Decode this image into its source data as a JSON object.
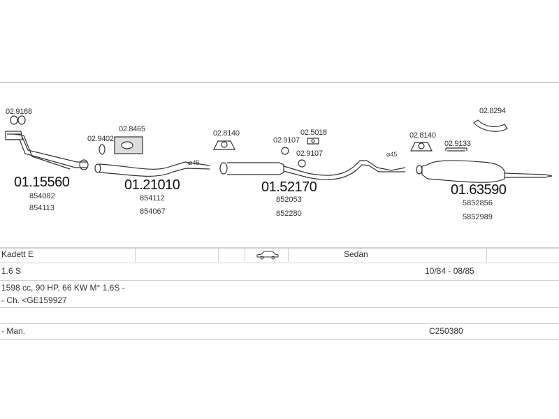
{
  "parts": {
    "front_pipe": {
      "number": "01.15560",
      "refs": [
        "854082",
        "854113"
      ],
      "clamp": "02.9168"
    },
    "middle_pipe": {
      "number": "01.21010",
      "refs": [
        "854112",
        "854067"
      ],
      "gasket": "02.9402",
      "mount": "02.8465",
      "angle": "⌀45"
    },
    "middle_silencer": {
      "number": "01.52170",
      "refs": [
        "852053",
        "852280"
      ],
      "hanger": "02.8140",
      "ring_a": "02.9107",
      "ring_b": "02.9107",
      "clip": "02.5018",
      "angle": "⌀45"
    },
    "rear_silencer": {
      "number": "01.63590",
      "refs": [
        "5852856",
        "5852989"
      ],
      "hanger": "02.8140",
      "clip": "02.9133",
      "strap": "02.8294"
    }
  },
  "vehicle": {
    "model": "Kadett E",
    "body": "Sedan",
    "engine": "1.6 S",
    "period": "10/84 - 08/85",
    "spec": "1598 cc, 90 HP, 66 KW M° 1.6S -",
    "chassis": "- Ch. <GE159927",
    "transmission": "- Man.",
    "code": "C250380"
  },
  "icons": {
    "car": "car-sedan-icon"
  },
  "colors": {
    "line": "#333333",
    "rule": "#cfcfcf"
  }
}
